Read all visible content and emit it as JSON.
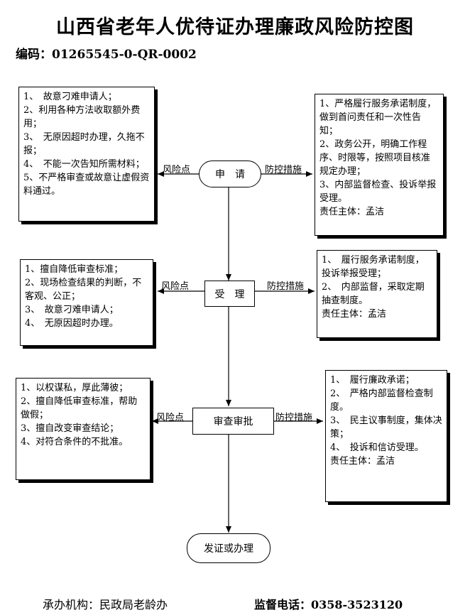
{
  "title": "山西省老年人优待证办理廉政风险防控图",
  "code_line": "编码：01265545-0-QR-0002",
  "labels": {
    "risk": "风险点",
    "control": "防控措施"
  },
  "steps": [
    {
      "name": "申　请",
      "risks": [
        "1、　故意刁难申请人；",
        "2、利用各种方法收取额外费用；",
        "3、　无原因超时办理，久拖不报；",
        "4、　不能一次告知所需材料；",
        "5、不严格审查或故意让虚假资料通过。"
      ],
      "controls": [
        "1、严格履行服务承诺制度，做到首问责任和一次性告知；",
        "2、政务公开，明确工作程序、时限等，按照项目核准规定办理；",
        "3、内部监督检查、投诉举报受理。",
        "责任主体：孟洁"
      ]
    },
    {
      "name": "受　理",
      "risks": [
        "1、擅自降低审查标准；",
        "2、现场检查结果的判断，不客观、公正；",
        "3、　故意刁难申请人；",
        "4、　无原因超时办理。"
      ],
      "controls": [
        "1、　履行服务承诺制度，投诉举报受理；",
        "2、　内部监督，采取定期抽查制度。",
        "责任主体：孟洁"
      ]
    },
    {
      "name": "审查审批",
      "risks": [
        "1、以权谋私，厚此薄彼；",
        "2、擅自降低审查标准，帮助做假；",
        "3、擅自改变审查结论；",
        "4、对符合条件的不批准。"
      ],
      "controls": [
        "1、　履行廉政承诺；",
        "2、　严格内部监督检查制度。",
        "3、　民主议事制度，集体决策；",
        "4、　投诉和信访受理。",
        "责任主体：孟洁"
      ]
    }
  ],
  "final_step": "发证或办理",
  "footer": {
    "org": "承办机构：民政局老龄办",
    "phone": "监督电话：0358-3523120"
  }
}
